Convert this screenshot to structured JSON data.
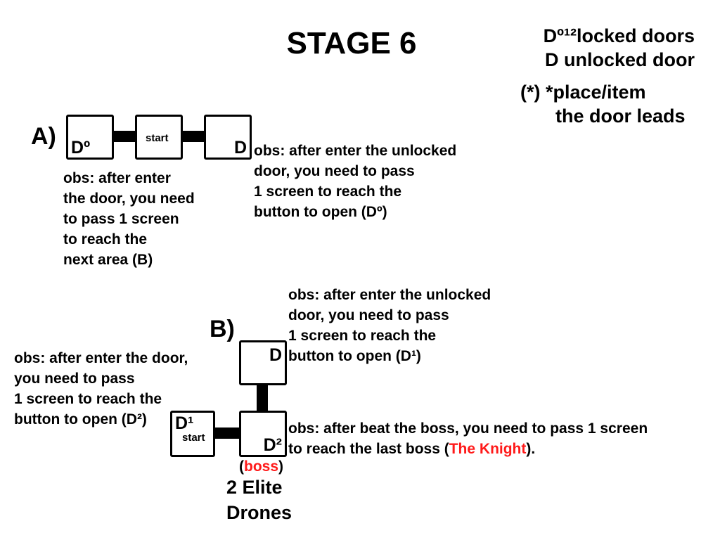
{
  "title": "STAGE 6",
  "legend": {
    "locked_line": "Dº¹²locked doors",
    "unlocked_line": "D unlocked door",
    "place_line1": "(*) *place/item",
    "place_line2": "the door leads"
  },
  "section_a": {
    "label": "A)",
    "room_locked_label": "Dº",
    "room_start_label": "start",
    "room_unlocked_label": "D",
    "note_left": [
      "obs: after enter",
      "the door, you need",
      "to pass 1 screen",
      "to reach the",
      "next area (B)"
    ],
    "note_right": [
      "obs: after enter the unlocked",
      "door, you need to pass",
      "1 screen to reach the",
      "button to open (Dº)"
    ]
  },
  "section_b": {
    "label": "B)",
    "room_top_label": "D",
    "room_left_label": "D¹",
    "room_left_sub": "start",
    "room_boss_label": "D²",
    "note_top": [
      "obs: after enter the unlocked",
      "door, you need to pass",
      "1 screen to reach the",
      "button to open (D¹)"
    ],
    "note_left": [
      "obs: after enter the door,",
      "you need to pass",
      "1 screen to reach the",
      "button to open (D²)"
    ],
    "note_boss_line1": "obs: after beat the boss, you need to pass 1 screen",
    "note_boss_line2_pre": "to reach the last boss (",
    "note_boss_line2_red": "The Knight",
    "note_boss_line2_post": ").",
    "boss_open": "(",
    "boss_word": "boss",
    "boss_close": ")",
    "elite_line1": "2 Elite",
    "elite_line2": "Drones"
  },
  "colors": {
    "accent_red": "#ff1a1a"
  }
}
